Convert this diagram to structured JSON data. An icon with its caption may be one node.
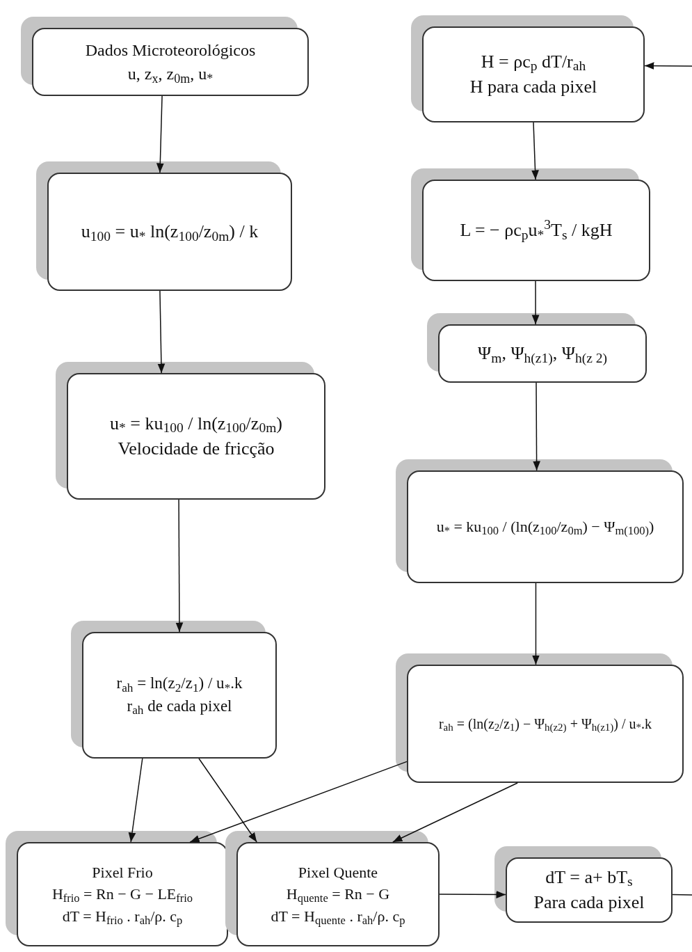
{
  "diagram": {
    "nodes": [
      {
        "text": [
          "Dados Microteorológicos",
          "u, z$_{x}$, z$_{0m}$, u$_{*}$"
        ]
      },
      {
        "text": [
          "u$_{100}$ = u$_{*}$ ln(z$_{100}$/z$_{0m}$) / k"
        ]
      },
      {
        "text": [
          "u$_{*}$ = ku$_{100}$ / ln(z$_{100}$/z$_{0m}$)",
          "Velocidade de fricção"
        ]
      },
      {
        "text": [
          "r$_{ah}$ = ln(z$_{2}$/z$_{1}$) / u$_{*}$.k",
          "r$_{ah}$ de cada pixel"
        ]
      },
      {
        "text": [
          "Pixel Frio",
          "H$_{frio}$ = Rn − G − LE$_{frio}$",
          "dT = H$_{frio}$ . r$_{ah}$/ρ. c$_{p}$"
        ]
      },
      {
        "text": [
          "Pixel Quente",
          "H$_{quente}$ = Rn − G",
          "dT = H$_{quente}$ . r$_{ah}$/ρ. c$_{p}$"
        ]
      },
      {
        "text": [
          "dT = a+ bT$_{s}$",
          "Para cada pixel"
        ]
      },
      {
        "text": [
          "H = ρc$_{p}$ dT/r$_{ah}$",
          "H para cada pixel"
        ]
      },
      {
        "text": [
          "L = − ρc$_{p}$u$_{*}$$^{3}$T$_{s}$ / kgH"
        ]
      },
      {
        "text": [
          "Ψ$_{m}$, Ψ$_{h(z1)}$, Ψ$_{h(z 2)}$"
        ]
      },
      {
        "text": [
          "u$_{*}$ = ku$_{100}$ / (ln(z$_{100}$/z$_{0m}$) − Ψ$_{m(100)}$)"
        ]
      },
      {
        "text": [
          "r$_{ah}$ = (ln(z$_{2}$/z$_{1}$) − Ψ$_{h(z2)}$ + Ψ$_{h(z1)}$) / u$_{*}$.k"
        ]
      }
    ],
    "edges": [
      {
        "from": 0,
        "to": 1,
        "arrow": "to"
      },
      {
        "from": 1,
        "to": 2,
        "arrow": "to"
      },
      {
        "from": 2,
        "to": 3,
        "arrow": "to"
      },
      {
        "from": 3,
        "to": 4,
        "arrow": "to"
      },
      {
        "from": 3,
        "to": 5,
        "arrow": "to"
      },
      {
        "from": 11,
        "to": 4,
        "arrow": "to"
      },
      {
        "from": 11,
        "to": 5,
        "arrow": "to"
      },
      {
        "from": 5,
        "to": 6,
        "arrow": "to"
      },
      {
        "from": 6,
        "to": null,
        "arrow": "none"
      },
      {
        "from": null,
        "to": 7,
        "arrow": "to"
      },
      {
        "from": 7,
        "to": 8,
        "arrow": "to"
      },
      {
        "from": 8,
        "to": 9,
        "arrow": "to"
      },
      {
        "from": 9,
        "to": 10,
        "arrow": "to"
      },
      {
        "from": 10,
        "to": 11,
        "arrow": "to"
      }
    ]
  }
}
